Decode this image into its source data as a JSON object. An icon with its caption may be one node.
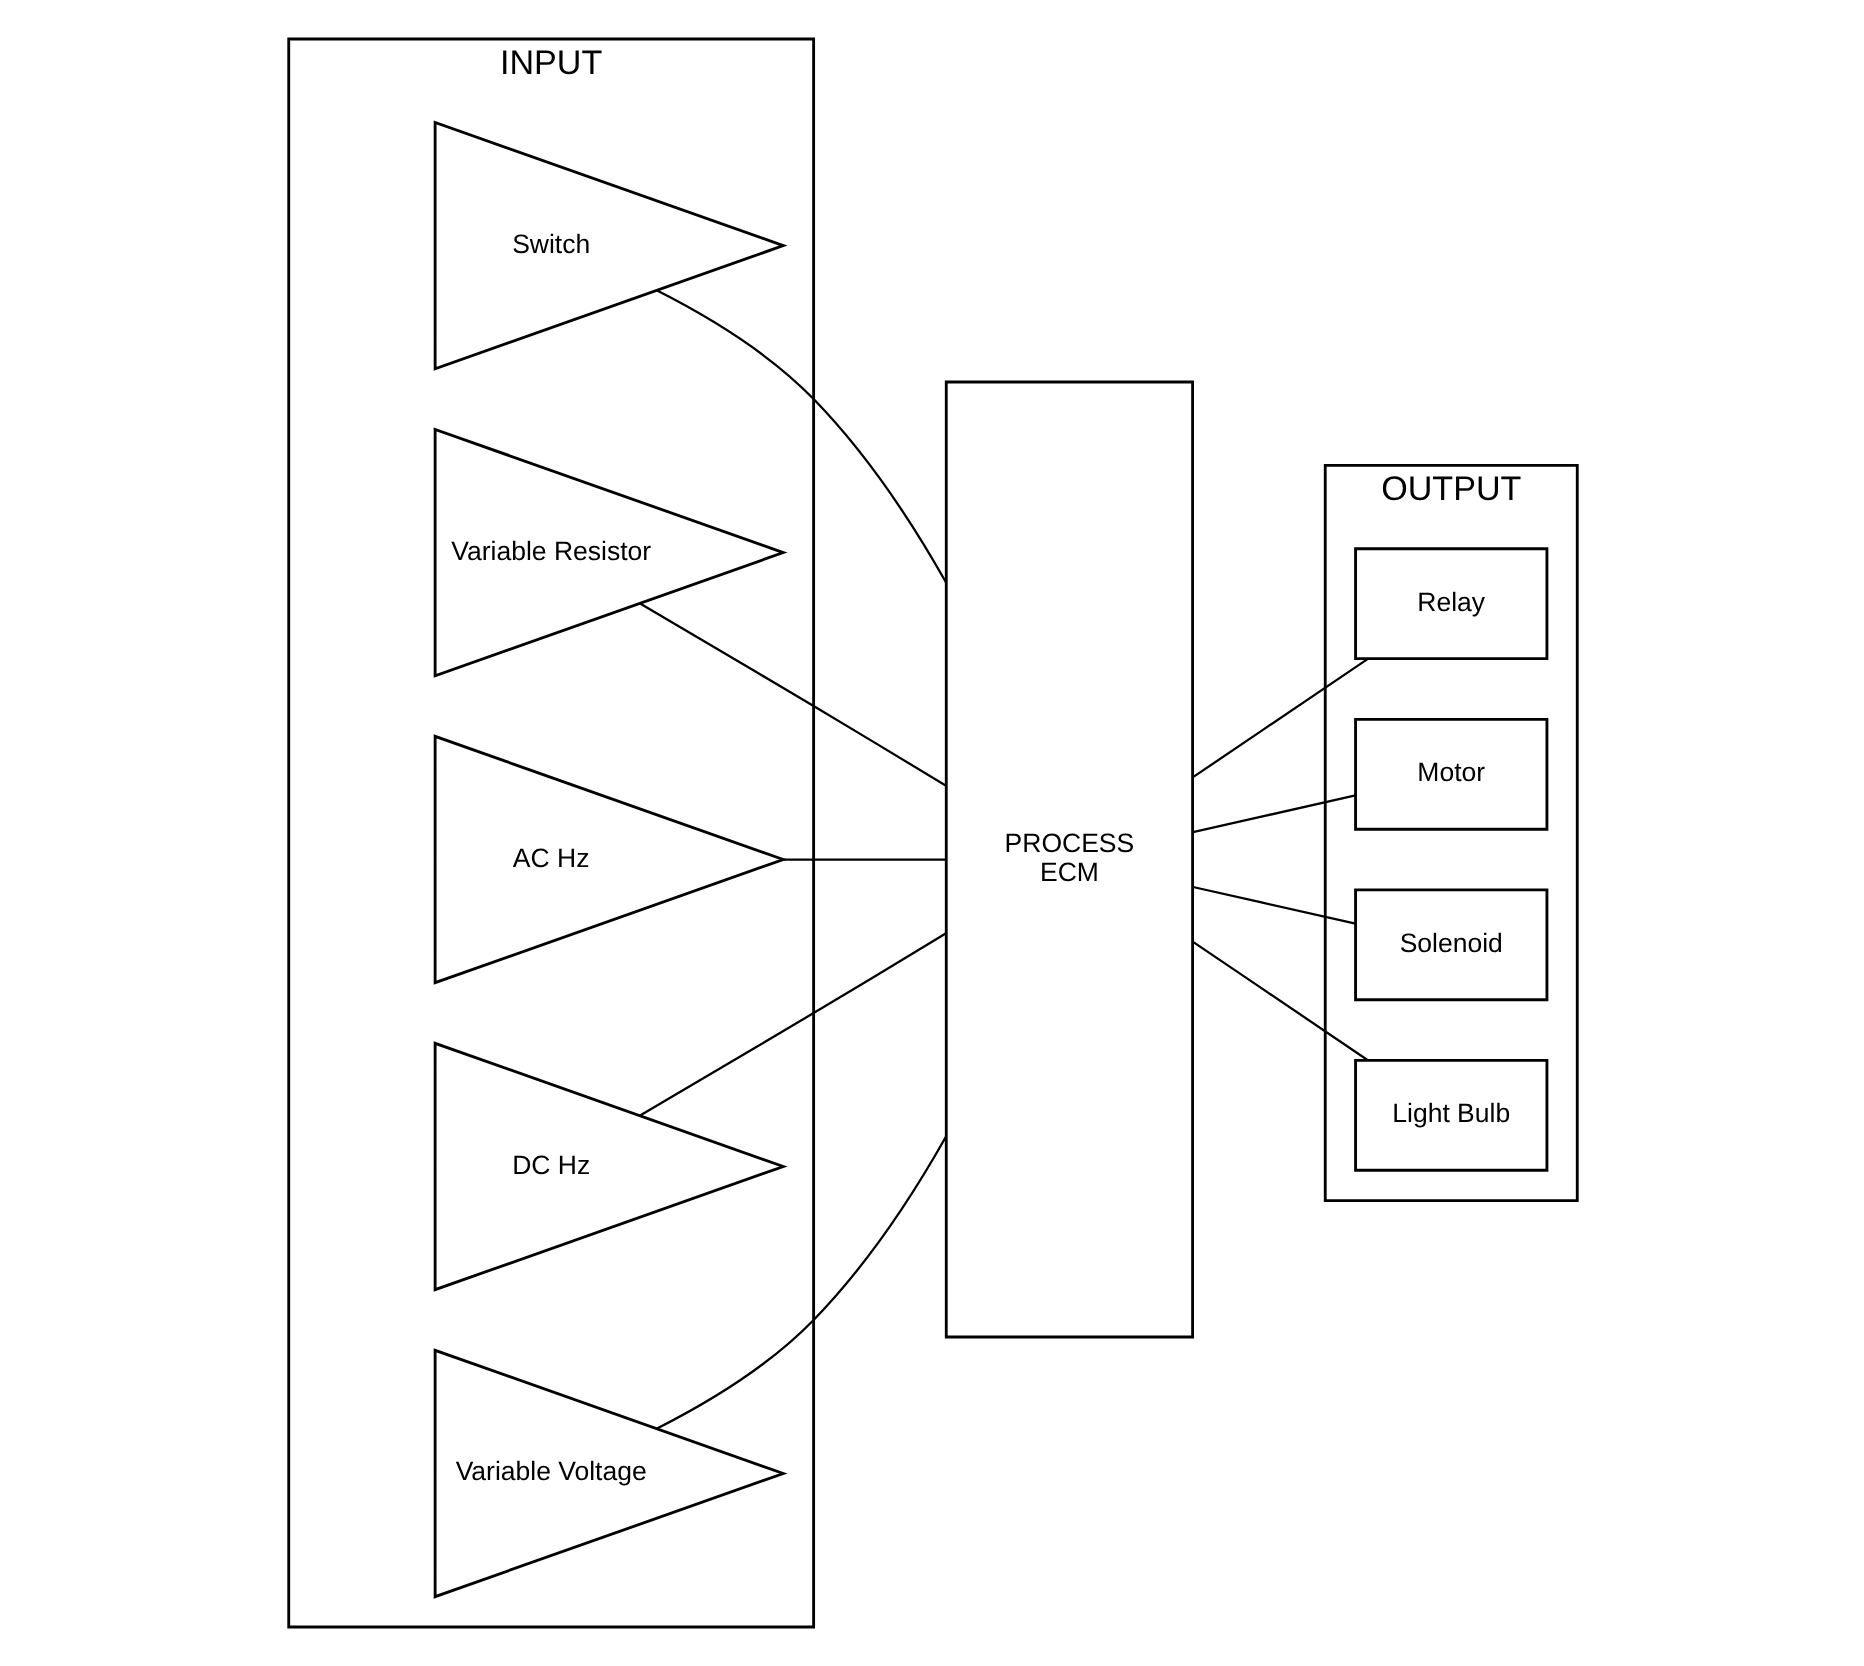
{
  "diagram": {
    "nodes": [
      {
        "text": [
          "INPUT"
        ]
      },
      {
        "text": [
          "Switch"
        ],
        "in": 0
      },
      {
        "text": [
          "Variable Resistor"
        ],
        "in": 0
      },
      {
        "text": [
          "AC Hz"
        ],
        "in": 0
      },
      {
        "text": [
          "DC Hz"
        ],
        "in": 0
      },
      {
        "text": [
          "Variable Voltage"
        ],
        "in": 0
      },
      {
        "text": [
          "PROCESS",
          "ECM"
        ]
      },
      {
        "text": [
          "OUTPUT"
        ]
      },
      {
        "text": [
          "Relay"
        ],
        "in": 7
      },
      {
        "text": [
          "Motor"
        ],
        "in": 7
      },
      {
        "text": [
          "Solenoid"
        ],
        "in": 7
      },
      {
        "text": [
          "Light Bulb"
        ],
        "in": 7
      }
    ],
    "edges": [
      {
        "from": 1,
        "to": 6,
        "arrow": "none"
      },
      {
        "from": 2,
        "to": 6,
        "arrow": "none"
      },
      {
        "from": 3,
        "to": 6,
        "arrow": "none"
      },
      {
        "from": 4,
        "to": 6,
        "arrow": "none"
      },
      {
        "from": 5,
        "to": 6,
        "arrow": "none"
      },
      {
        "from": 6,
        "to": 8,
        "arrow": "none"
      },
      {
        "from": 6,
        "to": 9,
        "arrow": "none"
      },
      {
        "from": 6,
        "to": 10,
        "arrow": "none"
      },
      {
        "from": 6,
        "to": 11,
        "arrow": "none"
      }
    ]
  }
}
